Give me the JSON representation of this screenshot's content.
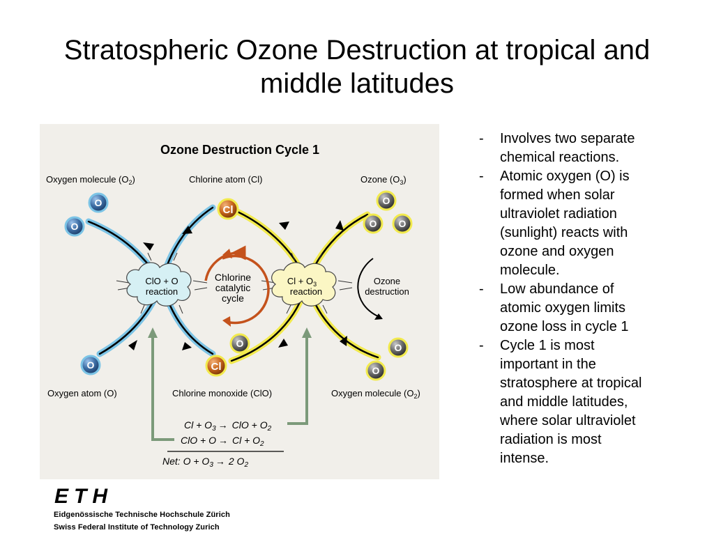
{
  "slide": {
    "title_line1": "Stratospheric Ozone Destruction at tropical and",
    "title_line2": "middle latitudes"
  },
  "diagram": {
    "title": "Ozone Destruction Cycle 1",
    "labels": {
      "oxygen_molecule_top": "Oxygen molecule (O",
      "oxygen_molecule_top_sub": "2",
      "oxygen_molecule_top_end": ")",
      "chlorine_atom": "Chlorine atom (Cl)",
      "ozone": "Ozone (O",
      "ozone_sub": "3",
      "ozone_end": ")",
      "oxygen_atom": "Oxygen atom  (O)",
      "chlorine_monoxide": "Chlorine monoxide (ClO)",
      "oxygen_molecule_bottom": "Oxygen molecule (O",
      "oxygen_molecule_bottom_sub": "2",
      "oxygen_molecule_bottom_end": ")"
    },
    "reactions": {
      "clo_o_line1": "ClO + O",
      "clo_o_line2": "reaction",
      "cl_o3_line1": "Cl + O",
      "cl_o3_line1_sub": "3",
      "cl_o3_line2": "reaction"
    },
    "cycle": {
      "line1": "Chlorine",
      "line2": "catalytic",
      "line3": "cycle"
    },
    "ozone_destruction": {
      "line1": "Ozone",
      "line2": "destruction"
    },
    "atoms": {
      "oxygen": "O",
      "chlorine": "Cl"
    },
    "equations": {
      "eq1_a": "Cl + O",
      "eq1_a_sub": "3",
      "eq1_arrow": "→",
      "eq1_b": "ClO + O",
      "eq1_b_sub": "2",
      "eq2_a": "ClO + O",
      "eq2_arrow": "→",
      "eq2_b": "Cl + O",
      "eq2_b_sub": "2",
      "net_a": "Net: O + O",
      "net_a_sub": "3",
      "net_arrow": "→",
      "net_b": "2 O",
      "net_b_sub": "2"
    },
    "colors": {
      "background": "#f1efea",
      "oxygen_path": "#7cc4e6",
      "chlorine_path": "#f2ea4c",
      "oxygen_blue_atom": "#3e6ea5",
      "oxygen_gray_atom": "#707070",
      "chlorine_atom": "#c9661c",
      "cycle_arrow": "#c4521c",
      "net_arrow": "#7c9a7a"
    }
  },
  "bullets": [
    "Involves two separate chemical reactions.",
    "Atomic oxygen (O) is formed when solar ultraviolet radiation (sunlight) reacts with ozone and oxygen molecule.",
    "Low abundance of atomic oxygen limits ozone loss in cycle 1",
    "Cycle 1 is most important in the stratosphere at tropical and middle latitudes, where solar ultraviolet radiation is most intense."
  ],
  "bullet_marker": "-",
  "bullet_lines": [
    [
      "Involves two separate",
      "chemical reactions."
    ],
    [
      "Atomic oxygen (O) is",
      "formed when solar",
      "ultraviolet radiation",
      "(sunlight) reacts with",
      "ozone and oxygen",
      "molecule."
    ],
    [
      "Low abundance of",
      "atomic oxygen limits",
      "ozone loss in cycle 1"
    ],
    [
      "Cycle 1 is most",
      "important in the",
      "stratosphere at tropical",
      "and middle latitudes,",
      "where solar ultraviolet",
      "radiation is most",
      "intense."
    ]
  ],
  "footer": {
    "logo_text": "ETH",
    "line1": "Eidgenössische Technische Hochschule Zürich",
    "line2": "Swiss Federal Institute of Technology Zurich"
  }
}
